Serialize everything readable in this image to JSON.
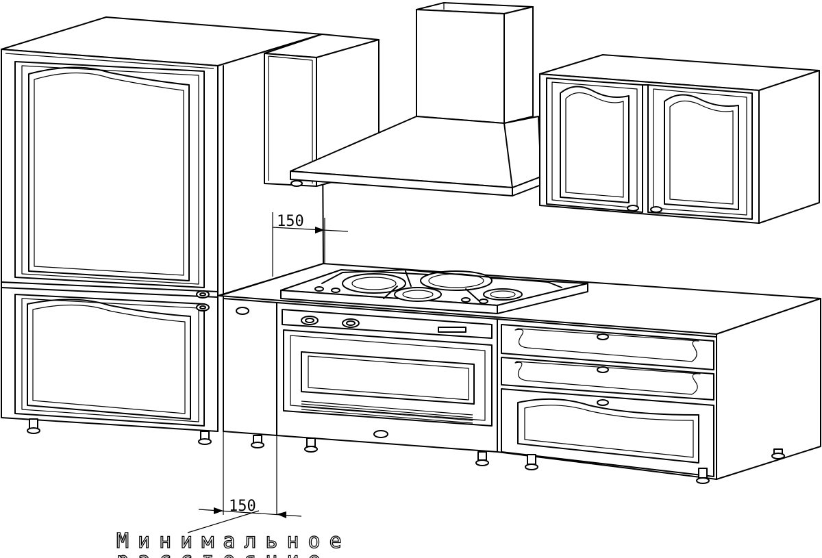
{
  "diagram": {
    "dimension_top": "150",
    "dimension_bottom": "150",
    "note_line1": "Минимальное",
    "note_line2": "расстояние"
  },
  "colors": {
    "line": "#000000",
    "background": "#ffffff"
  }
}
